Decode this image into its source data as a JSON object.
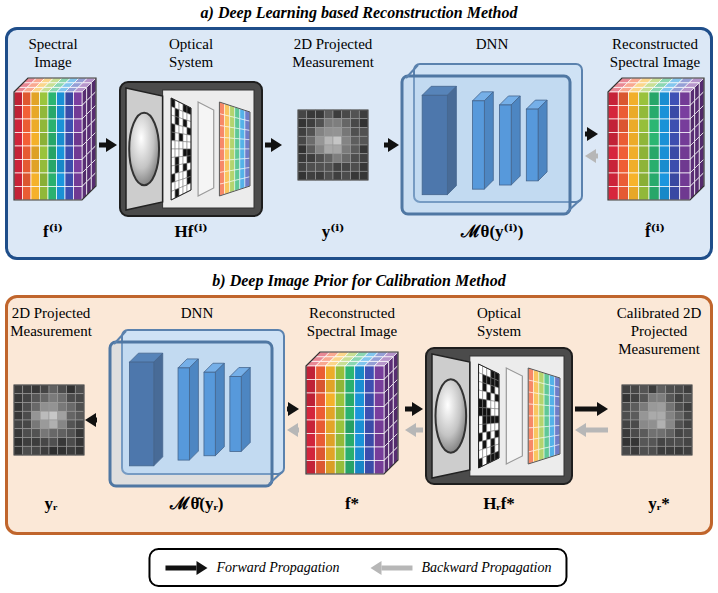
{
  "diagram": {
    "nodes": [
      {
        "text": [
          "a) Deep Learning based Reconstruction Method"
        ]
      },
      {
        "text": [
          "Spectral Image",
          "f⁽ⁱ⁾"
        ],
        "in": 0
      },
      {
        "text": [
          "Optical System",
          "Hf⁽ⁱ⁾"
        ],
        "in": 0
      },
      {
        "text": [
          "2D Projected Measurement",
          "y⁽ⁱ⁾"
        ],
        "in": 0
      },
      {
        "text": [
          "DNN",
          "ℳθ(y⁽ⁱ⁾)"
        ],
        "in": 0
      },
      {
        "text": [
          "Reconstructed Spectral Image",
          "f̂⁽ⁱ⁾"
        ],
        "in": 0
      },
      {
        "text": [
          "b) Deep Image Prior for Calibration Method"
        ]
      },
      {
        "text": [
          "2D Projected Measurement",
          "yᵣ"
        ],
        "in": 6
      },
      {
        "text": [
          "DNN",
          "ℳθ̂(yᵣ)"
        ],
        "in": 6
      },
      {
        "text": [
          "Reconstructed Spectral Image",
          "f*"
        ],
        "in": 6
      },
      {
        "text": [
          "Optical System",
          "Hᵣf*"
        ],
        "in": 6
      },
      {
        "text": [
          "Calibrated 2D Projected Measurement",
          "yᵣ*"
        ],
        "in": 6
      }
    ],
    "edges": [
      {
        "from": 1,
        "to": 2,
        "arrow": "to"
      },
      {
        "from": 2,
        "to": 3,
        "arrow": "to"
      },
      {
        "from": 3,
        "to": 4,
        "arrow": "to"
      },
      {
        "from": 4,
        "to": 5,
        "arrow": "to"
      },
      {
        "from": 5,
        "to": 4,
        "arrow": "to"
      },
      {
        "from": 7,
        "to": 8,
        "arrow": "to"
      },
      {
        "from": 8,
        "to": 9,
        "arrow": "to"
      },
      {
        "from": 9,
        "to": 8,
        "arrow": "to"
      },
      {
        "from": 9,
        "to": 10,
        "arrow": "to"
      },
      {
        "from": 10,
        "to": 9,
        "arrow": "to"
      },
      {
        "from": 10,
        "to": 11,
        "arrow": "to"
      },
      {
        "from": 11,
        "to": 10,
        "arrow": "to"
      }
    ],
    "legend": [
      {
        "text": "Forward Propagation"
      },
      {
        "text": "Backward Propagation"
      }
    ]
  }
}
